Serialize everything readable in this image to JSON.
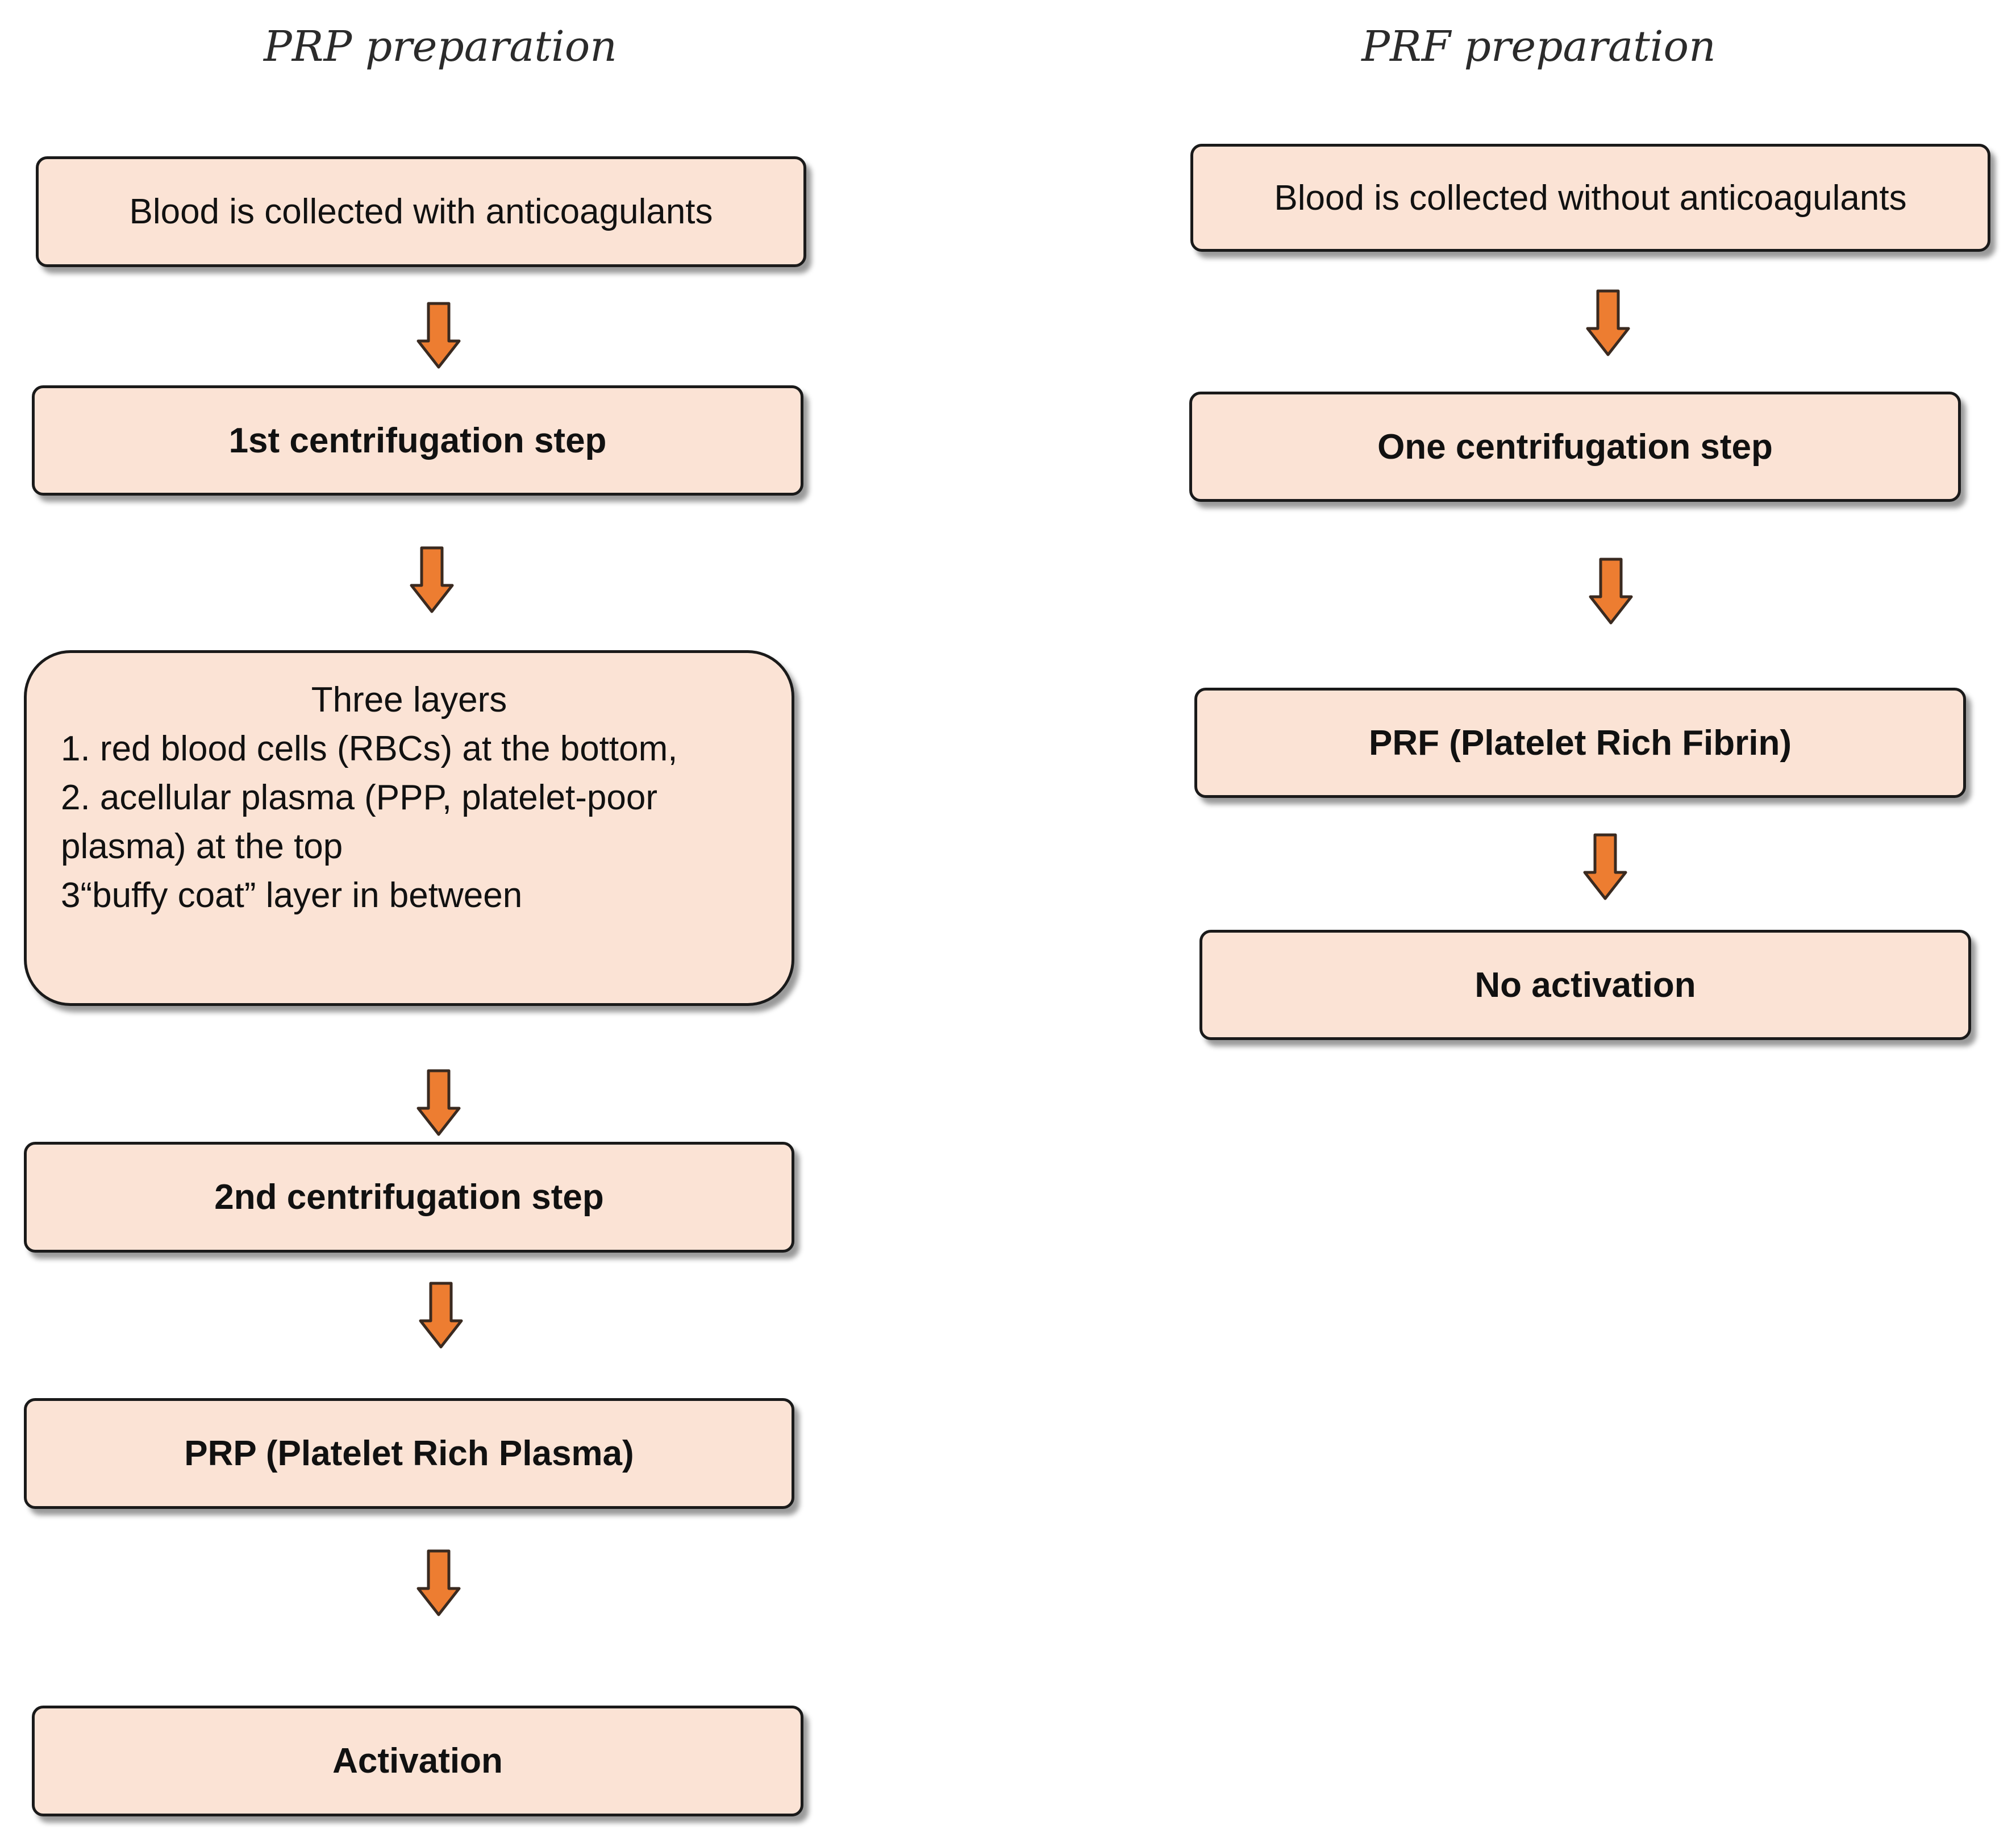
{
  "left": {
    "title": "PRP preparation",
    "step1": "Blood is collected with anticoagulants",
    "step2": "1st centrifugation step",
    "layers": {
      "title": "Three layers",
      "lines": [
        "1.  red blood cells (RBCs) at the bottom,",
        "2. acellular plasma (PPP, platelet-poor",
        "plasma) at the top",
        "3“buffy coat” layer in between"
      ]
    },
    "step4": "2nd centrifugation step",
    "step5": "PRP (Platelet Rich Plasma)",
    "step6": "Activation"
  },
  "right": {
    "title": "PRF preparation",
    "step1": "Blood is collected without anticoagulants",
    "step2": "One centrifugation step",
    "step3": "PRF (Platelet Rich Fibrin)",
    "step4": "No activation"
  },
  "colors": {
    "box_fill": "#fbe3d5",
    "box_border": "#1a1a1a",
    "arrow_fill": "#ed7d31",
    "arrow_stroke": "#3a2a20"
  },
  "icons": [
    "down-arrow-icon"
  ]
}
